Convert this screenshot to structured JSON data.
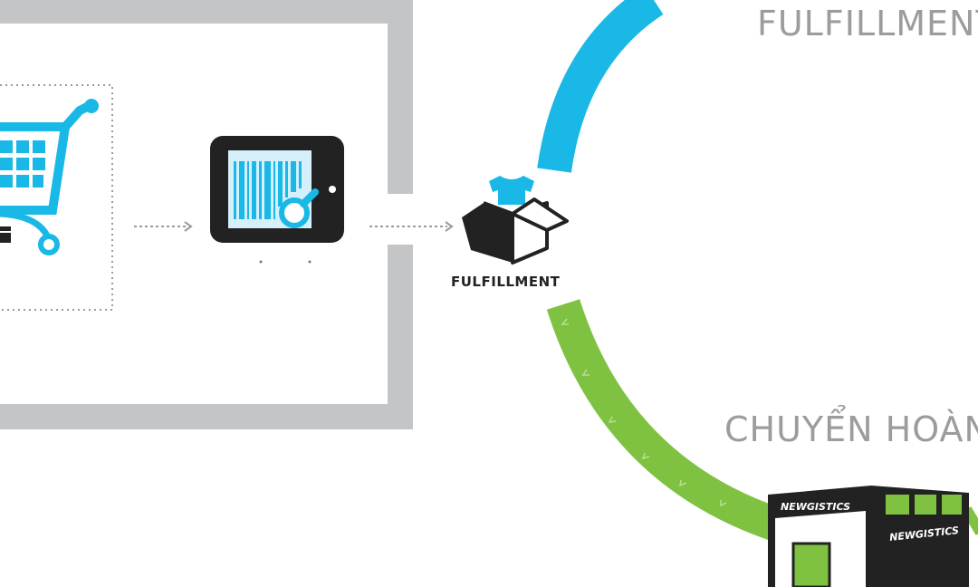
{
  "labels": {
    "fulfillment_top": "FULFILLMENT",
    "fulfillment_box": "FULFILLMENT",
    "return": "CHUYỂN HOÀN"
  },
  "warehouse": {
    "sign_front": "NEWGISTICS",
    "sign_side": "NEWGISTICS"
  },
  "colors": {
    "flow_blue": "#19b8e6",
    "return_green": "#7fc241",
    "frame_gray": "#c4c5c7",
    "icon_dark": "#222222"
  },
  "icons": [
    "shopping-cart-icon",
    "tablet-barcode-scanner-icon",
    "box-with-shirt-icon",
    "warehouse-icon",
    "dotted-arrow-icon"
  ]
}
